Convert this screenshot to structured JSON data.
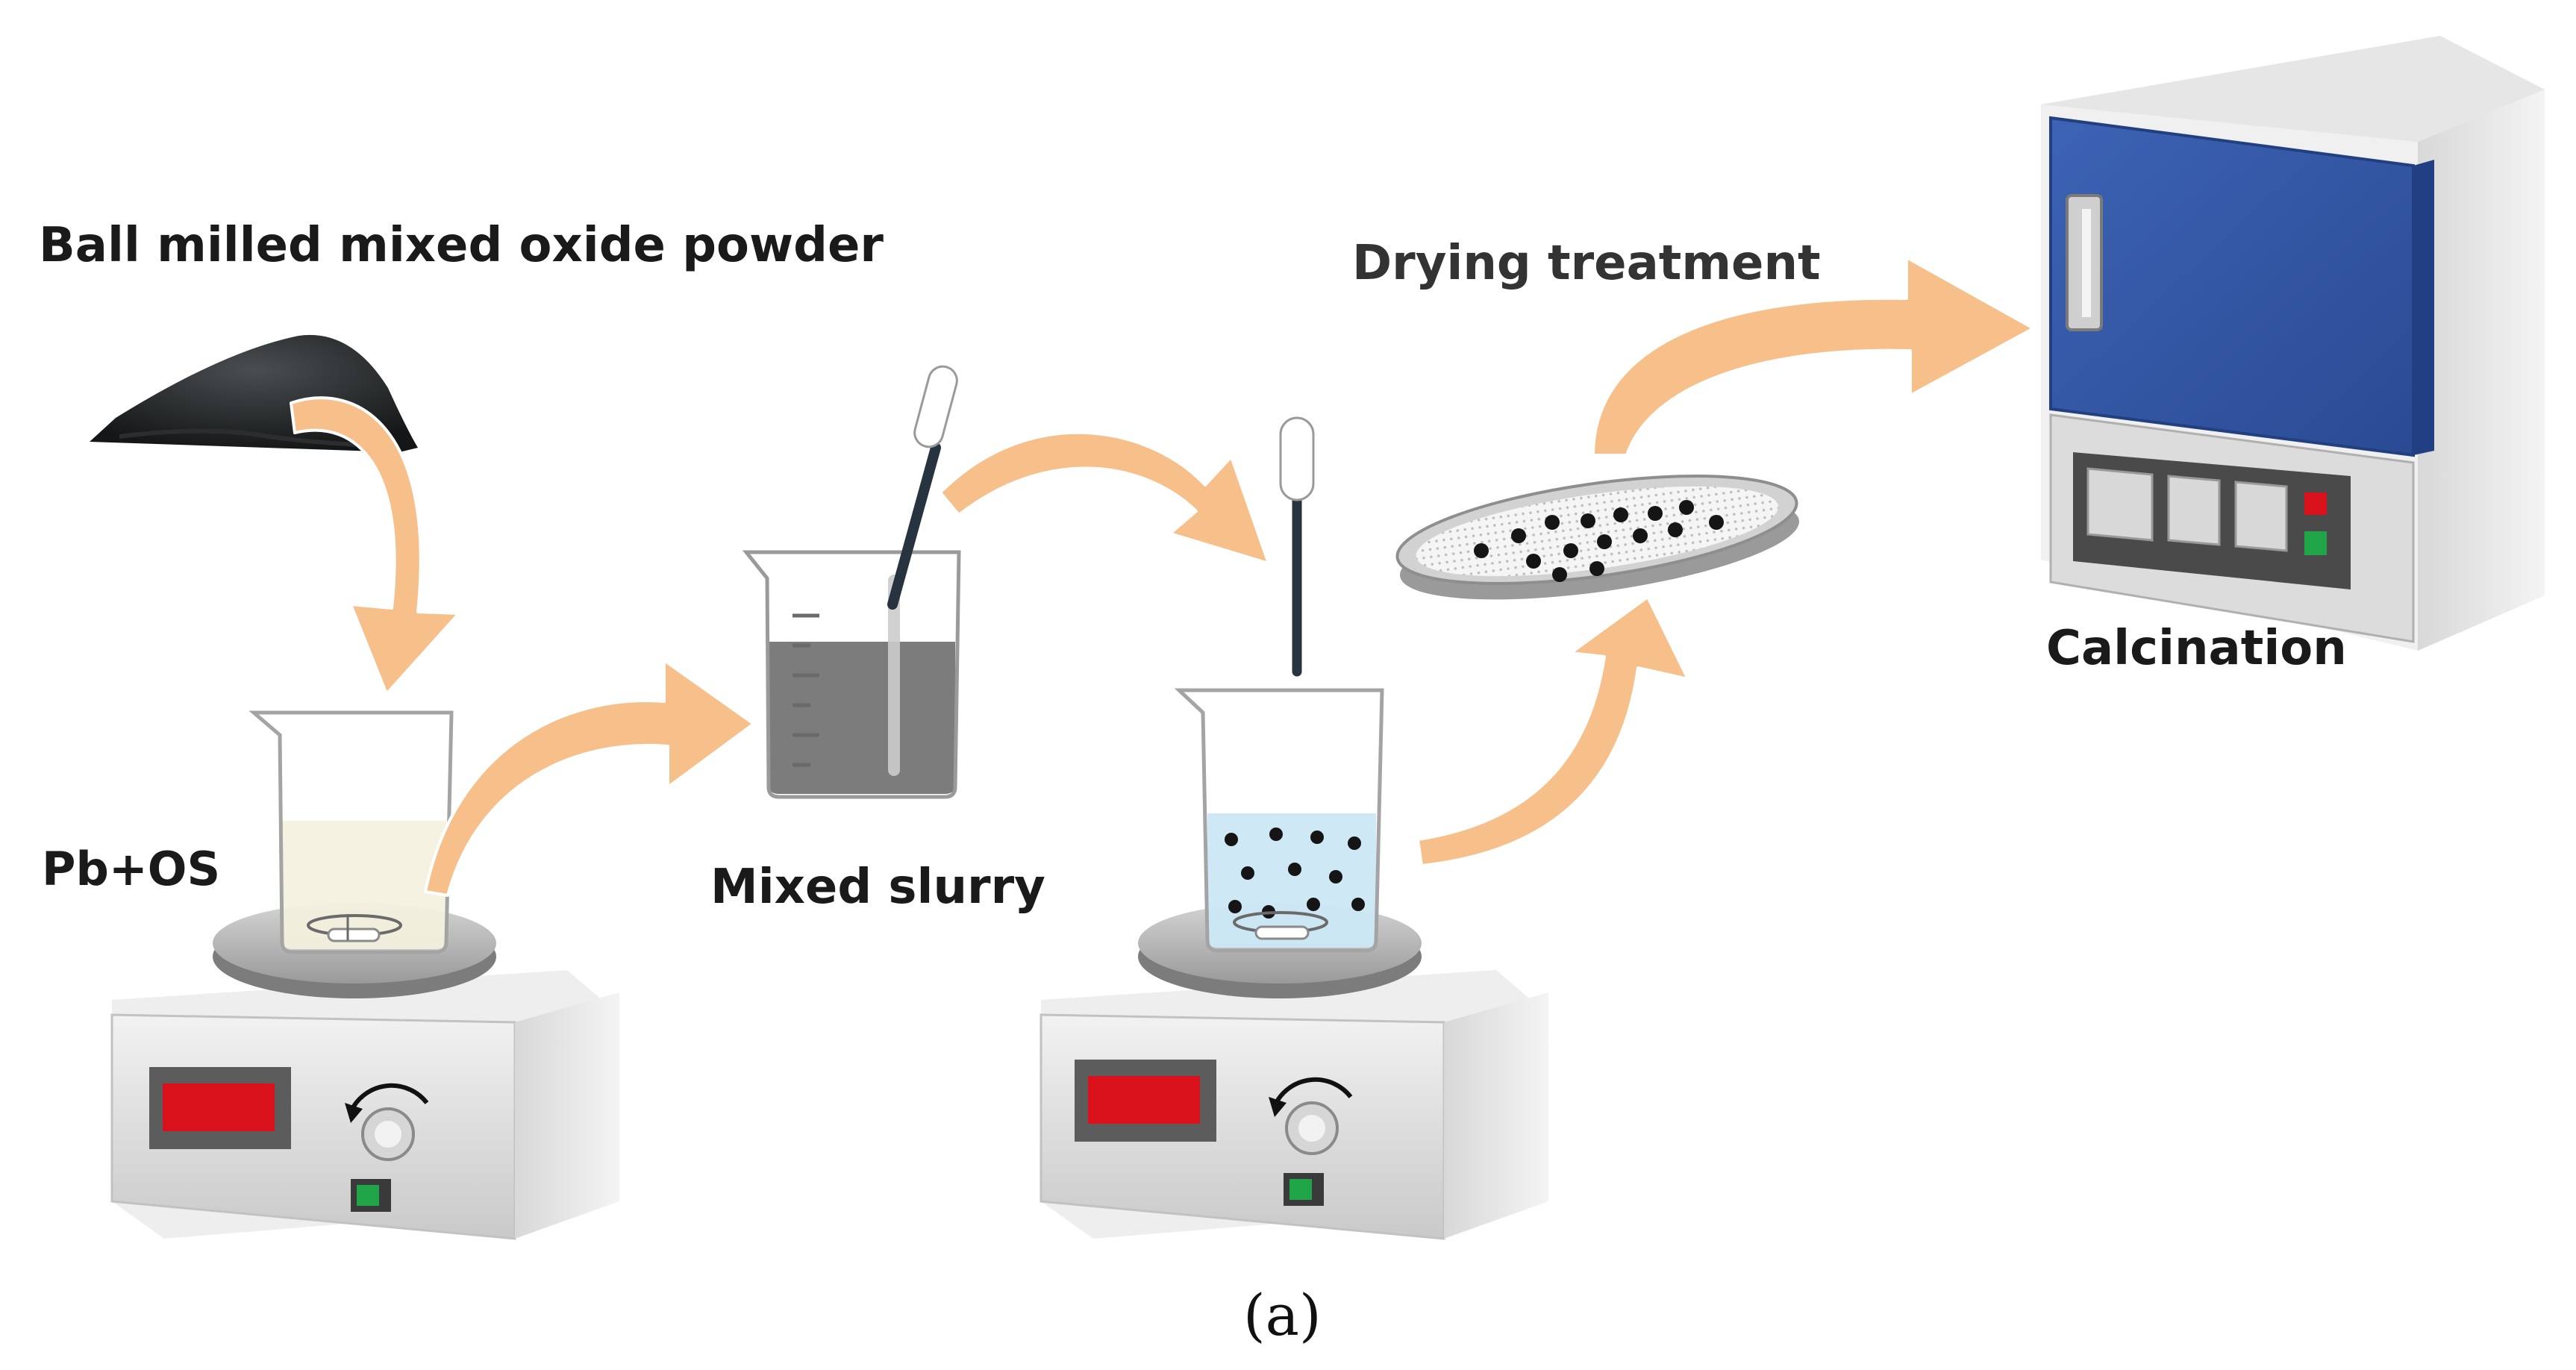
{
  "labels": {
    "powder": "Ball milled mixed oxide powder",
    "pb_os": "Pb+OS",
    "mixed_slurry": "Mixed slurry",
    "drying": "Drying treatment",
    "calcination": "Calcination",
    "caption": "(a)"
  },
  "colors": {
    "arrow": "#f7c08a",
    "furnace_door": "#3456a6",
    "display_red": "#d9111a",
    "switch_green": "#1fa448",
    "slurry_dark": "#505050",
    "solution_blue": "#bfe3f2",
    "solution_cream": "#f1ecd3"
  },
  "icons": [
    "powder-pile",
    "beaker",
    "magnetic-stirrer",
    "pipette",
    "sieve-dish",
    "muffle-furnace",
    "process-arrow"
  ]
}
